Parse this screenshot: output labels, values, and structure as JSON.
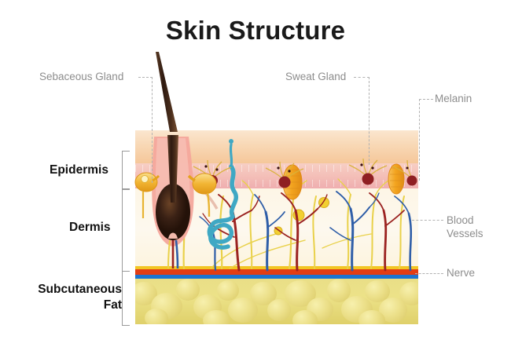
{
  "title": "Skin Structure",
  "labels": {
    "sebaceous_gland": "Sebaceous Gland",
    "sweat_gland": "Sweat Gland",
    "melanin": "Melanin",
    "blood_vessels_line1": "Blood",
    "blood_vessels_line2": "Vessels",
    "nerve": "Nerve",
    "epidermis": "Epidermis",
    "dermis": "Dermis",
    "subcutaneous_line1": "Subcutaneous",
    "subcutaneous_line2": "Fat"
  },
  "layers": [
    {
      "name": "Epidermis",
      "color": "#f5c79a"
    },
    {
      "name": "Dermis",
      "color": "#fdf6e6"
    },
    {
      "name": "Subcutaneous Fat",
      "color": "#ece288"
    }
  ],
  "colors": {
    "title_text": "#1a1a1a",
    "callout_text": "#8d8d8d",
    "layer_text": "#111111",
    "leader_line": "#b2b2b2",
    "epidermis_upper": "#f8d8b5",
    "epidermis_lower": "#f3bcb6",
    "dermis": "#fdf8ee",
    "fat": "#ece288",
    "artery": "#e23d14",
    "vein": "#1b74d1",
    "nerve": "#f2c623",
    "hair": "#3a2218",
    "follicle_sheath": "#f4a79c",
    "sebaceous_gland": "#f0a92a",
    "sweat_gland": "#3fa8c4",
    "melanocyte": "#8f1f23"
  }
}
